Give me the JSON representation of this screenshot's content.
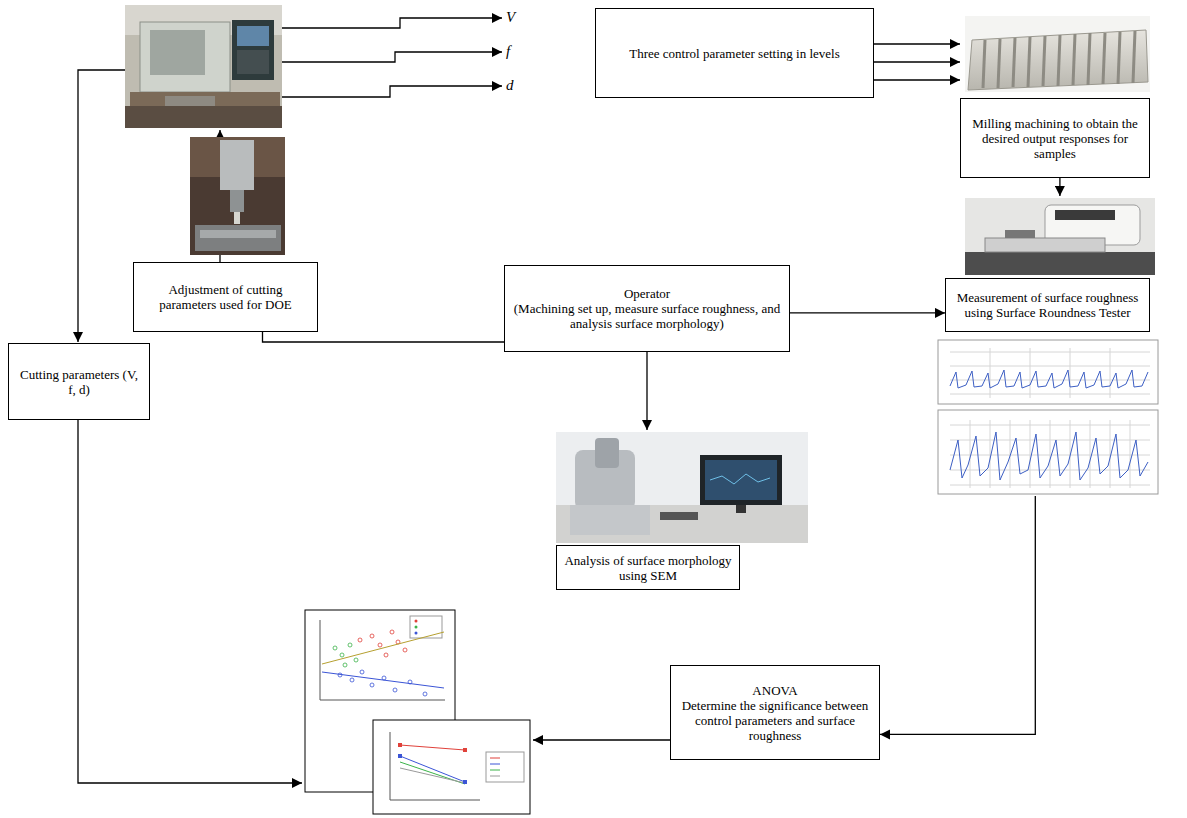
{
  "diagram": {
    "nodes": [
      {
        "text": [
          "Three control parameter setting in levels"
        ]
      },
      {
        "text": [
          "Milling machining to obtain the desired output responses for samples"
        ]
      },
      {
        "text": [
          "Adjustment of cutting parameters used for DOE"
        ]
      },
      {
        "text": [
          "Operator",
          "(Machining set up, measure surface roughness, and analysis surface morphology)"
        ]
      },
      {
        "text": [
          "Measurement of surface roughness using Surface Roundness Tester"
        ]
      },
      {
        "text": [
          "Analysis of surface morphology using SEM"
        ]
      },
      {
        "text": [
          "Cutting parameters (V, f, d)"
        ]
      },
      {
        "text": [
          "ANOVA",
          "Determine the significance between control parameters and surface roughness"
        ]
      }
    ],
    "edges": [
      {
        "from": 0,
        "to": 1,
        "arrow": "to"
      },
      {
        "from": 0,
        "to": 1,
        "arrow": "to"
      },
      {
        "from": 0,
        "to": 1,
        "arrow": "to"
      },
      {
        "from": 2,
        "to": 3,
        "arrow": "none"
      },
      {
        "from": 3,
        "to": 4,
        "arrow": "to"
      },
      {
        "from": 3,
        "to": 5,
        "arrow": "to"
      },
      {
        "from": 1,
        "to": 4,
        "arrow": "to"
      },
      {
        "from": 4,
        "to": 7,
        "arrow": "to"
      }
    ],
    "labels": [
      "V",
      "f",
      "d"
    ]
  }
}
